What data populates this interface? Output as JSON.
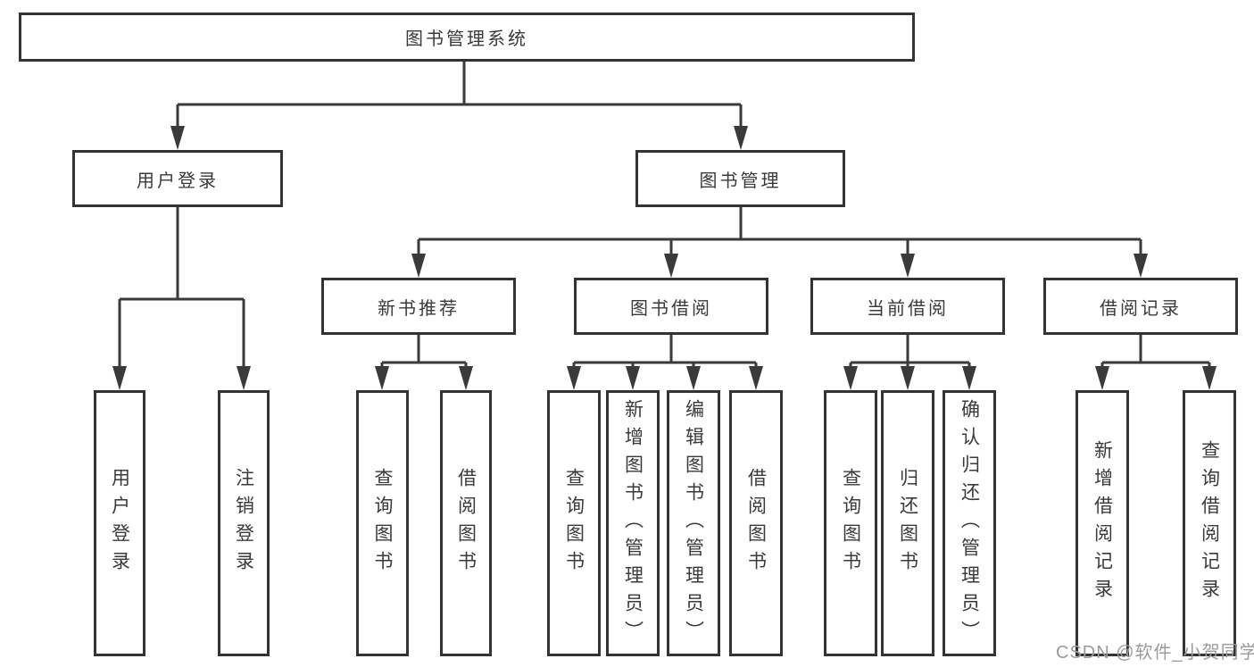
{
  "diagram": {
    "type": "function-structure-tree",
    "nodes": {
      "root": {
        "label": "图书管理系统",
        "parent": null
      },
      "user_login": {
        "label": "用户登录",
        "parent": "root"
      },
      "book_mgmt": {
        "label": "图书管理",
        "parent": "root"
      },
      "new_book_rec": {
        "label": "新书推荐",
        "parent": "book_mgmt"
      },
      "book_borrow": {
        "label": "图书借阅",
        "parent": "book_mgmt"
      },
      "current_borrow": {
        "label": "当前借阅",
        "parent": "book_mgmt"
      },
      "borrow_records": {
        "label": "借阅记录",
        "parent": "book_mgmt"
      },
      "ul_user_login": {
        "label": "用户登录",
        "parent": "user_login"
      },
      "ul_logout": {
        "label": "注销登录",
        "parent": "user_login"
      },
      "nb_query_book": {
        "label": "查询图书",
        "parent": "new_book_rec"
      },
      "nb_borrow_book": {
        "label": "借阅图书",
        "parent": "new_book_rec"
      },
      "bb_query_book": {
        "label": "查询图书",
        "parent": "book_borrow"
      },
      "bb_add_book": {
        "label": "新增图书（管理员）",
        "parent": "book_borrow"
      },
      "bb_edit_book": {
        "label": "编辑图书（管理员）",
        "parent": "book_borrow"
      },
      "bb_borrow_book": {
        "label": "借阅图书",
        "parent": "book_borrow"
      },
      "cb_query_book": {
        "label": "查询图书",
        "parent": "current_borrow"
      },
      "cb_return_book": {
        "label": "归还图书",
        "parent": "current_borrow"
      },
      "cb_confirm_return": {
        "label": "确认归还（管理员）",
        "parent": "current_borrow"
      },
      "br_add_record": {
        "label": "新增借阅记录",
        "parent": "borrow_records"
      },
      "br_query_record": {
        "label": "查询借阅记录",
        "parent": "borrow_records"
      }
    }
  },
  "watermark": {
    "text": "CSDN @软件_小贺同学"
  },
  "colors": {
    "line": "#3a3a3a",
    "box_border": "#333333",
    "text": "#3a3a3a",
    "watermark": "#9b9b9b",
    "background": "#ffffff"
  }
}
